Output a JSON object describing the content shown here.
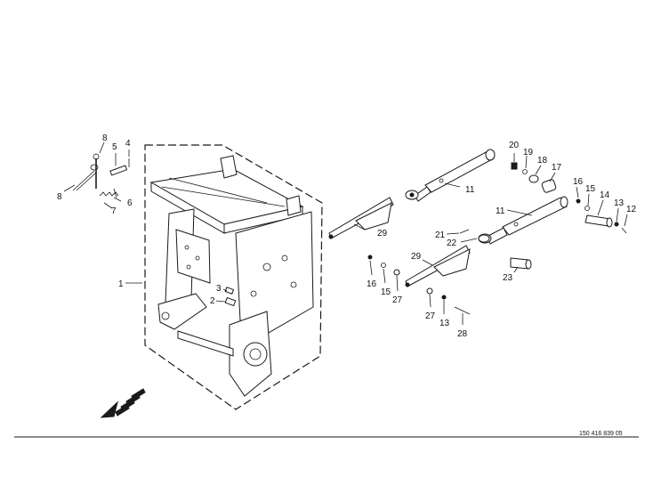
{
  "drawing": {
    "document_number": "150 416 839 05",
    "callouts": [
      {
        "id": "c1",
        "label": "1"
      },
      {
        "id": "c2",
        "label": "2"
      },
      {
        "id": "c3",
        "label": "3"
      },
      {
        "id": "c4",
        "label": "4"
      },
      {
        "id": "c5",
        "label": "5"
      },
      {
        "id": "c6",
        "label": "6"
      },
      {
        "id": "c7",
        "label": "7"
      },
      {
        "id": "c8a",
        "label": "8"
      },
      {
        "id": "c8b",
        "label": "8"
      },
      {
        "id": "c11a",
        "label": "11"
      },
      {
        "id": "c11b",
        "label": "11"
      },
      {
        "id": "c12",
        "label": "12"
      },
      {
        "id": "c13a",
        "label": "13"
      },
      {
        "id": "c13b",
        "label": "13"
      },
      {
        "id": "c14",
        "label": "14"
      },
      {
        "id": "c15a",
        "label": "15"
      },
      {
        "id": "c15b",
        "label": "15"
      },
      {
        "id": "c16a",
        "label": "16"
      },
      {
        "id": "c16b",
        "label": "16"
      },
      {
        "id": "c17",
        "label": "17"
      },
      {
        "id": "c18",
        "label": "18"
      },
      {
        "id": "c19",
        "label": "19"
      },
      {
        "id": "c20",
        "label": "20"
      },
      {
        "id": "c21",
        "label": "21"
      },
      {
        "id": "c22",
        "label": "22"
      },
      {
        "id": "c23",
        "label": "23"
      },
      {
        "id": "c27a",
        "label": "27"
      },
      {
        "id": "c27b",
        "label": "27"
      },
      {
        "id": "c28",
        "label": "28"
      },
      {
        "id": "c29a",
        "label": "29"
      },
      {
        "id": "c29b",
        "label": "29"
      }
    ]
  }
}
